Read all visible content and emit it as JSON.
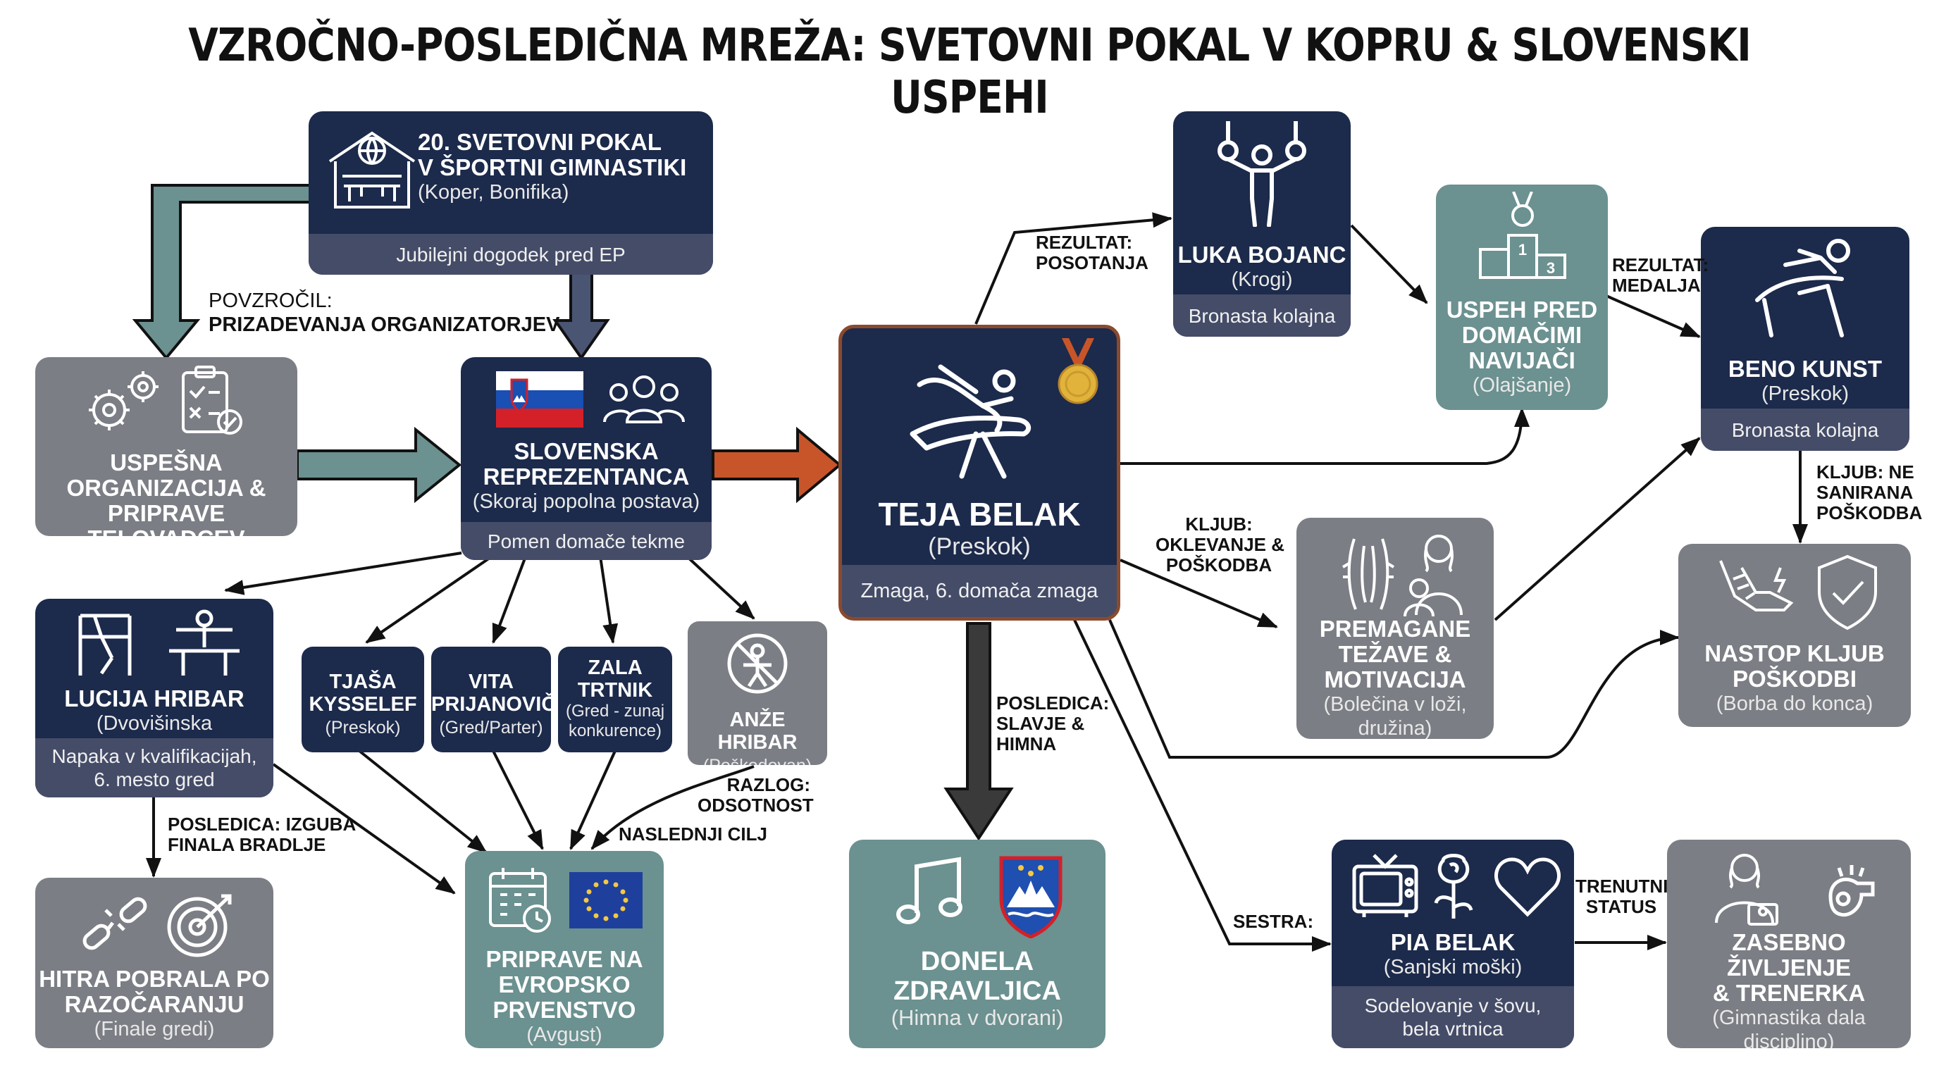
{
  "title": "VZROČNO-POSLEDIČNA MREŽA: SVETOVNI POKAL V KOPRU & SLOVENSKI USPEHI",
  "nodes": {
    "world_cup": {
      "title_1": "20. SVETOVNI POKAL",
      "title_2": "V ŠPORTNI GIMNASTIKI",
      "subtitle": "(Koper, Bonifika)",
      "footer": "Jubilejni dogodek pred EP"
    },
    "organization": {
      "title_1": "USPEŠNA",
      "title_2": "ORGANIZACIJA &",
      "title_3": "PRIPRAVE TELOVADCEV"
    },
    "team": {
      "title_1": "SLOVENSKA",
      "title_2": "REPREZENTANCA",
      "subtitle": "(Skoraj popolna postava)",
      "footer": "Pomen domače tekme"
    },
    "teja": {
      "title": "TEJA BELAK",
      "subtitle": "(Preskok)",
      "footer": "Zmaga, 6. domača zmaga"
    },
    "luka": {
      "title": "LUKA BOJANC",
      "subtitle": "(Krogi)",
      "footer": "Bronasta kolajna"
    },
    "home_success": {
      "title_1": "USPEH PRED",
      "title_2": "DOMAČIMI",
      "title_3": "NAVIJAČI",
      "subtitle": "(Olajšanje)"
    },
    "beno": {
      "title": "BENO KUNST",
      "subtitle": "(Preskok)",
      "footer": "Bronasta kolajna"
    },
    "difficulties": {
      "title_1": "PREMAGANE",
      "title_2": "TEŽAVE &",
      "title_3": "MOTIVACIJA",
      "subtitle_1": "(Bolečina v loži,",
      "subtitle_2": "družina)"
    },
    "injury": {
      "title_1": "NASTOP KLJUB",
      "title_2": "POŠKODBI",
      "subtitle": "(Borba do konca)"
    },
    "lucija": {
      "title": "LUCIJA HRIBAR",
      "subtitle": "(Dvovišinska bradlja/Gred)",
      "footer_1": "Napaka v kvalifikacijah,",
      "footer_2": "6. mesto gred"
    },
    "tjasa": {
      "title_1": "TJAŠA",
      "title_2": "KYSSELEF",
      "subtitle": "(Preskok)"
    },
    "vita": {
      "title_1": "VITA",
      "title_2": "PRIJANOVIČ",
      "subtitle": "(Gred/Parter)"
    },
    "zala": {
      "title_1": "ZALA",
      "title_2": "TRTNIK",
      "subtitle_1": "(Gred - zunaj",
      "subtitle_2": "konkurence)"
    },
    "anze": {
      "title": "ANŽE HRIBAR",
      "subtitle": "(Poškodovan)"
    },
    "recovery": {
      "title_1": "HITRA POBRALA PO",
      "title_2": "RAZOČARANJU",
      "subtitle": "(Finale gredi)"
    },
    "european": {
      "title_1": "PRIPRAVE NA",
      "title_2": "EVROPSKO",
      "title_3": "PRVENSTVO",
      "subtitle": "(Avgust)"
    },
    "anthem": {
      "title_1": "DONELA",
      "title_2": "ZDRAVLJICA",
      "subtitle": "(Himna v dvorani)"
    },
    "pia": {
      "title": "PIA BELAK",
      "subtitle": "(Sanjski moški)",
      "footer_1": "Sodelovanje v šovu,",
      "footer_2": "bela vrtnica"
    },
    "private": {
      "title_1": "ZASEBNO ŽIVLJENJE",
      "title_2": "& TRENERKA",
      "subtitle_1": "(Gimnastika dala",
      "subtitle_2": "disciplino)"
    }
  },
  "edges": {
    "caused_by": {
      "line_1": "POVZROČIL:",
      "line_2": "PRIZADEVANJA ORGANIZATORJEV"
    },
    "result_standing": {
      "line_1": "REZULTAT:",
      "line_2": "POSOTANJA"
    },
    "result_medal": {
      "line_1": "REZULTAT:",
      "line_2": "MEDALJA"
    },
    "despite_hesitation": {
      "line_1": "KLJUB:",
      "line_2": "OKLEVANJE &",
      "line_3": "POŠKODBA"
    },
    "despite_injury": {
      "line_1": "KLJUB: NE",
      "line_2": "SANIRANA",
      "line_3": "POŠKODBA"
    },
    "consequence_anthem": {
      "line_1": "POSLEDICA:",
      "line_2": "SLAVJE &",
      "line_3": "HIMNA"
    },
    "consequence_final": {
      "line_1": "POSLEDICA: IZGUBA",
      "line_2": "FINALA BRADLJE"
    },
    "reason_absence": {
      "line_1": "RAZLOG:",
      "line_2": "ODSOTNOST"
    },
    "next_goal": {
      "line_1": "NASLEDNJI CILJ"
    },
    "sister": {
      "line_1": "SESTRA:"
    },
    "current_status": {
      "line_1": "TRENUTNI",
      "line_2": "STATUS"
    }
  },
  "medal_ribbon": {
    "left": "1",
    "right": "3"
  },
  "colors": {
    "navy": "#1c2a4b",
    "gray": "#7b7e84",
    "teal": "#6b9190",
    "orange": "#c8552a",
    "teja_border": "#8a4a2e",
    "gold": "#e2b33a"
  }
}
